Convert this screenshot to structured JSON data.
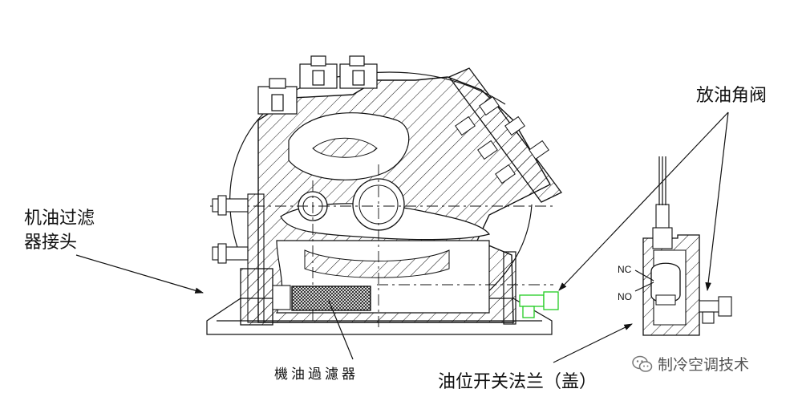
{
  "labels": {
    "oil_filter_connector": "机油过滤\n器接头",
    "oil_drain_angle_valve": "放油角阀",
    "oil_filter": "機油過濾器",
    "oil_level_switch_flange": "油位开关法兰（盖）",
    "switch_nc": "NC",
    "switch_no": "NO"
  },
  "watermark": {
    "text": "制冷空调技术",
    "icon": "wechat-icon"
  },
  "colors": {
    "line": "#111111",
    "highlight": "#22cc22"
  }
}
